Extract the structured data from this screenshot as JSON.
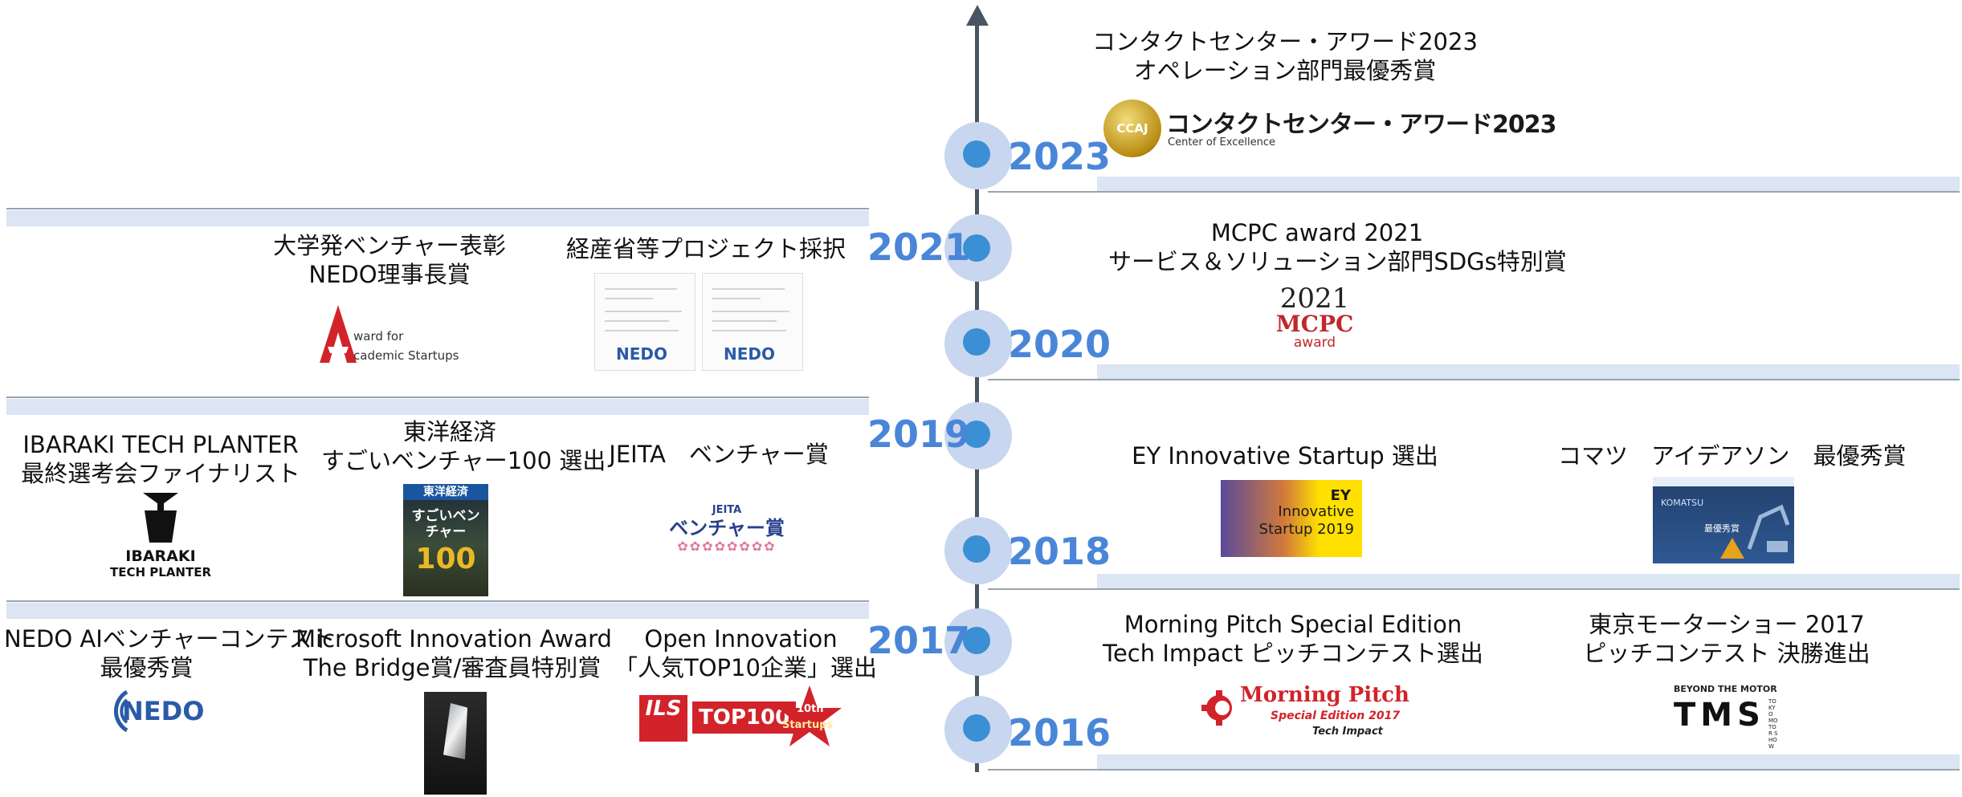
{
  "timeline": {
    "years": [
      "2023",
      "2021",
      "2020",
      "2019",
      "2018",
      "2017",
      "2016"
    ]
  },
  "awards": {
    "cc2023": {
      "line1": "コンタクトセンター・アワード2023",
      "line2": "オペレーション部門最優秀賞",
      "logo_text": "コンタクトセンター・アワード2023",
      "logo_sub": "Center of Excellence",
      "badge": "CCAJ"
    },
    "mcpc": {
      "line1": "MCPC award 2021",
      "line2": "サービス＆ソリューション部門SDGs特別賞",
      "logo_year": "2021",
      "logo_mark": "MCPC",
      "logo_sub": "award"
    },
    "univ": {
      "line1": "大学発ベンチャー表彰",
      "line2": "NEDO理事長賞",
      "logo_line1": "ward for",
      "logo_line2": "cademic Startups"
    },
    "meti": {
      "line1": "経産省等プロジェクト採択",
      "logo": "NEDO"
    },
    "ibaraki": {
      "line1": "IBARAKI TECH PLANTER",
      "line2": "最終選考会ファイナリスト",
      "logo_line1": "IBARAKI",
      "logo_line2": "TECH PLANTER"
    },
    "toyo": {
      "line1": "東洋経済",
      "line2": "すごいベンチャー100 選出",
      "cover_title": "東洋経済",
      "cover_big": "すごいベンチャー",
      "cover_num": "100"
    },
    "jeita": {
      "line1": "JEITA　ベンチャー賞",
      "logo_top": "JEITA",
      "logo_main": "ベンチャー賞"
    },
    "ey": {
      "line1": "EY Innovative Startup 選出",
      "logo_line1": "EY",
      "logo_line2": "Innovative",
      "logo_line3": "Startup 2019"
    },
    "komatsu": {
      "line1": "コマツ　アイデアソン　最優秀賞",
      "logo_top": "KOMATSU",
      "logo_badge": "最優秀賞"
    },
    "nedo_ai": {
      "line1": "NEDO AIベンチャーコンテスト",
      "line2": "最優秀賞",
      "logo": "NEDO"
    },
    "microsoft": {
      "line1": "Microsoft Innovation Award",
      "line2": "The Bridge賞/審査員特別賞"
    },
    "open_innov": {
      "line1": "Open Innovation",
      "line2": "「人気TOP10企業」選出",
      "logo_ils": "ILS",
      "logo_main": "TOP100",
      "logo_star": "10th",
      "logo_side": "Startups"
    },
    "morning": {
      "line1": "Morning Pitch Special Edition",
      "line2": "Tech Impact ピッチコンテスト選出",
      "logo_main": "Morning Pitch",
      "logo_sub": "Special Edition 2017",
      "logo_sub2": "Tech Impact"
    },
    "tms": {
      "line1": "東京モーターショー 2017",
      "line2": "ピッチコンテスト 決勝進出",
      "logo_top": "BEYOND THE MOTOR",
      "logo_main": "TMS",
      "logo_side": "TOKYO MOTOR SHOW"
    }
  },
  "colors": {
    "axis": "#4a5563",
    "dot": "#3b8fd4",
    "halo": "#c8d6ef",
    "year": "#4a86d8",
    "band": "#dbe5f3"
  }
}
